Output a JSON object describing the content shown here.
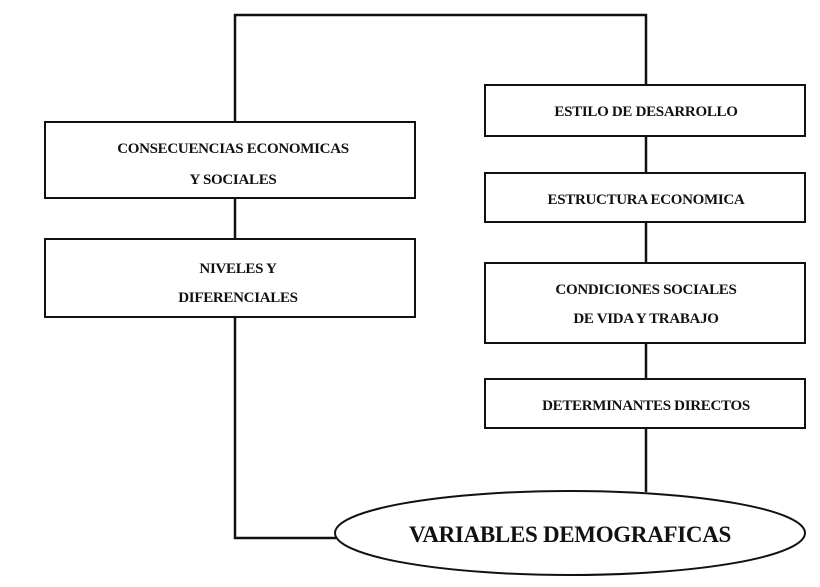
{
  "diagram": {
    "left_boxes": [
      {
        "lines": [
          "CONSECUENCIAS ECONOMICAS",
          "Y SOCIALES"
        ]
      },
      {
        "lines": [
          "NIVELES Y",
          "DIFERENCIALES"
        ]
      }
    ],
    "right_boxes": [
      {
        "lines": [
          "ESTILO DE DESARROLLO"
        ]
      },
      {
        "lines": [
          "ESTRUCTURA ECONOMICA"
        ]
      },
      {
        "lines": [
          "CONDICIONES SOCIALES",
          "DE VIDA Y TRABAJO"
        ]
      },
      {
        "lines": [
          "DETERMINANTES DIRECTOS"
        ]
      }
    ],
    "center": {
      "label": "VARIABLES DEMOGRAFICAS"
    }
  }
}
